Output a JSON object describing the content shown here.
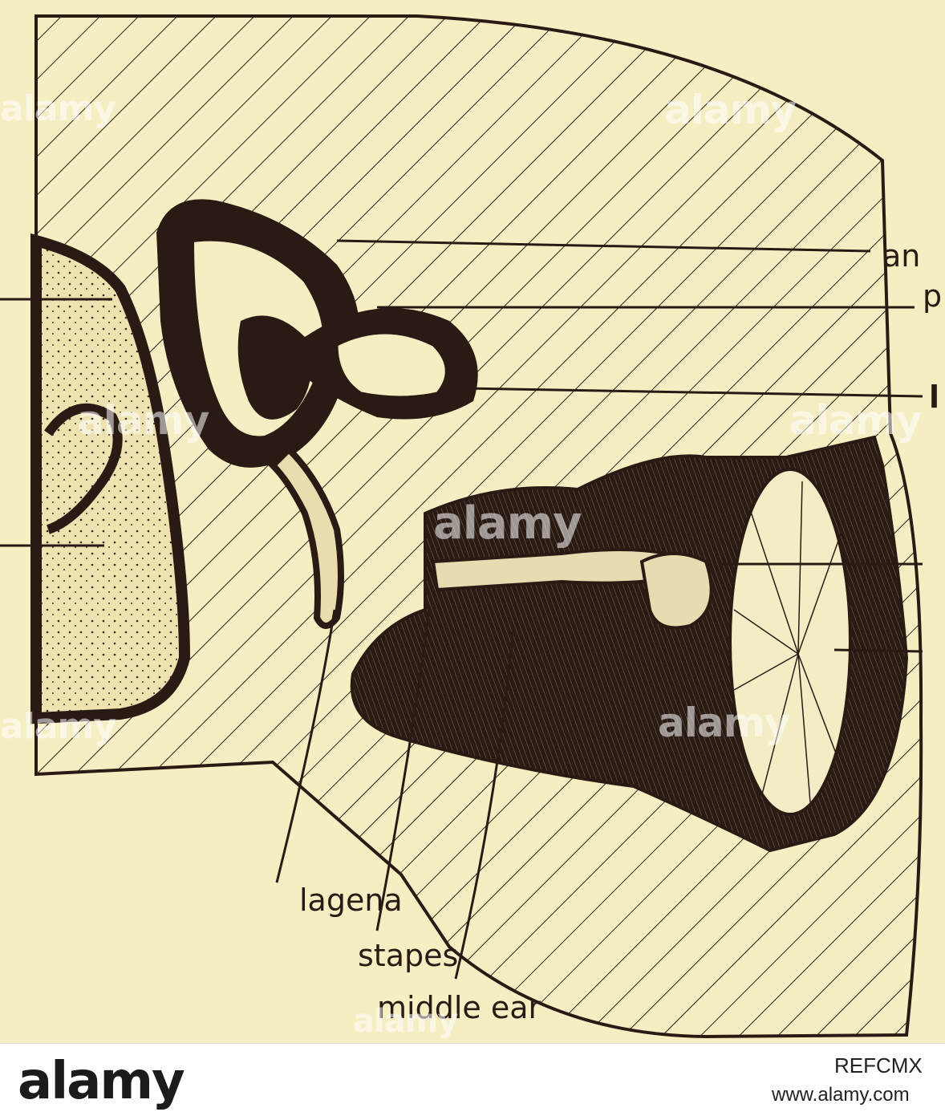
{
  "figure": {
    "labels": {
      "lagena": "lagena",
      "stapes": "stapes",
      "middle_ear": "middle ear",
      "right_1": "an",
      "right_2": "p",
      "right_3": "l"
    }
  },
  "watermarks": [
    "alamy",
    "alamy",
    "alamy",
    "alamy",
    "alamy",
    "alamy",
    "alamy",
    "alamy"
  ],
  "footer": {
    "brand": "alamy",
    "image_id": "REFCMX",
    "site": "www.alamy.com"
  },
  "colors": {
    "paper": "#f6eec3",
    "ink": "#2a1a14"
  }
}
